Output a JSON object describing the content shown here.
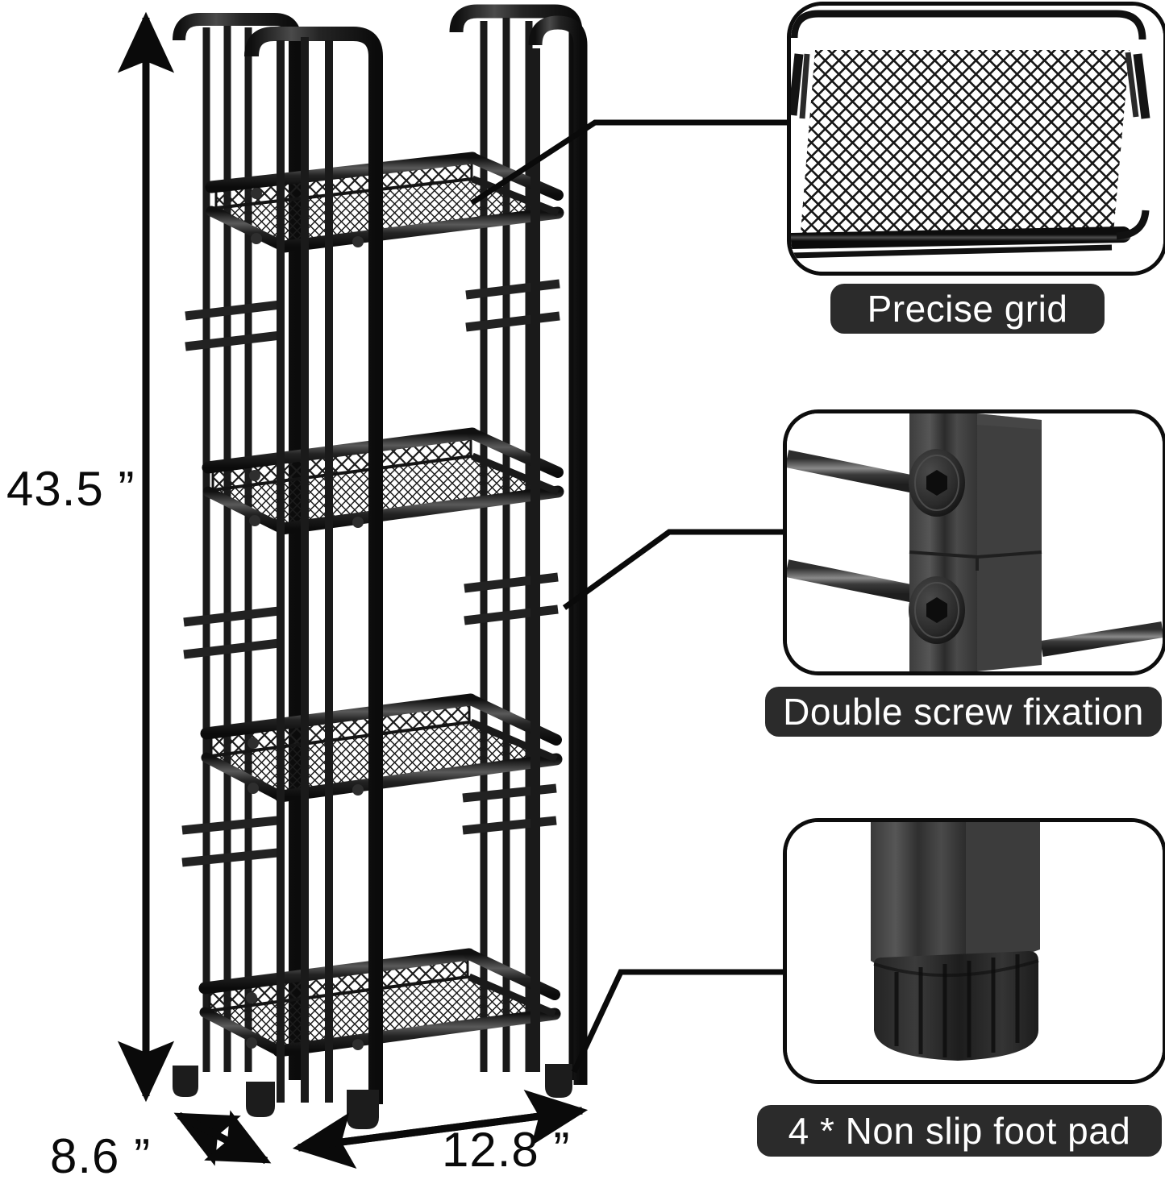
{
  "page": {
    "title": "4-Tier Metal Mesh Storage Rack — dimensions and feature callouts",
    "background": "#ffffff",
    "line_color": "#0d0d0d",
    "badge_bg": "#2b2b2b",
    "badge_text_color": "#ffffff",
    "product_color": "#1a1a1a"
  },
  "dimensions": {
    "height": "43.5 ”",
    "depth": "8.6 ”",
    "width": "12.8 ”"
  },
  "callouts": [
    {
      "id": "grid",
      "label": "Precise grid",
      "detail": "close-up of diamond wire-mesh shelf panel in tubular frame"
    },
    {
      "id": "screw",
      "label": "Double screw fixation",
      "detail": "close-up of square post with two hex-socket screws joining horizontal bars"
    },
    {
      "id": "foot",
      "label": "4 * Non slip foot pad",
      "detail": "close-up of square leg end with ribbed rubber non-slip foot cap"
    }
  ],
  "product": {
    "name": "4-tier metal storage rack",
    "tiers": 4,
    "shelf_type": "diamond mesh",
    "frame": "black powder-coated steel tube"
  }
}
